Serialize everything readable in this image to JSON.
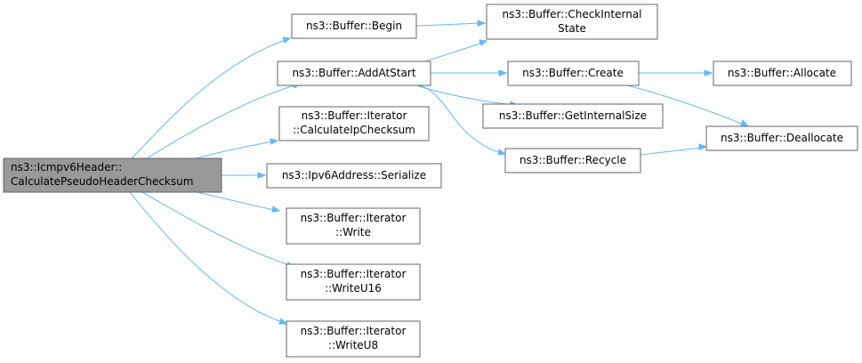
{
  "colors": {
    "root_fill": "#999999",
    "node_fill": "#ffffff",
    "node_border": "#666666",
    "edge": "#63b8ff"
  },
  "nodes": {
    "root": [
      "ns3::Icmpv6Header::",
      "CalculatePseudoHeaderChecksum"
    ],
    "begin": [
      "ns3::Buffer::Begin"
    ],
    "addatstart": [
      "ns3::Buffer::AddAtStart"
    ],
    "calcip": [
      "ns3::Buffer::Iterator",
      "::CalculateIpChecksum"
    ],
    "serialize": [
      "ns3::Ipv6Address::Serialize"
    ],
    "write": [
      "ns3::Buffer::Iterator",
      "::Write"
    ],
    "writeu16": [
      "ns3::Buffer::Iterator",
      "::WriteU16"
    ],
    "writeu8": [
      "ns3::Buffer::Iterator",
      "::WriteU8"
    ],
    "checkinternal": [
      "ns3::Buffer::CheckInternal",
      "State"
    ],
    "create": [
      "ns3::Buffer::Create"
    ],
    "getinternalsize": [
      "ns3::Buffer::GetInternalSize"
    ],
    "recycle": [
      "ns3::Buffer::Recycle"
    ],
    "allocate": [
      "ns3::Buffer::Allocate"
    ],
    "deallocate": [
      "ns3::Buffer::Deallocate"
    ]
  }
}
